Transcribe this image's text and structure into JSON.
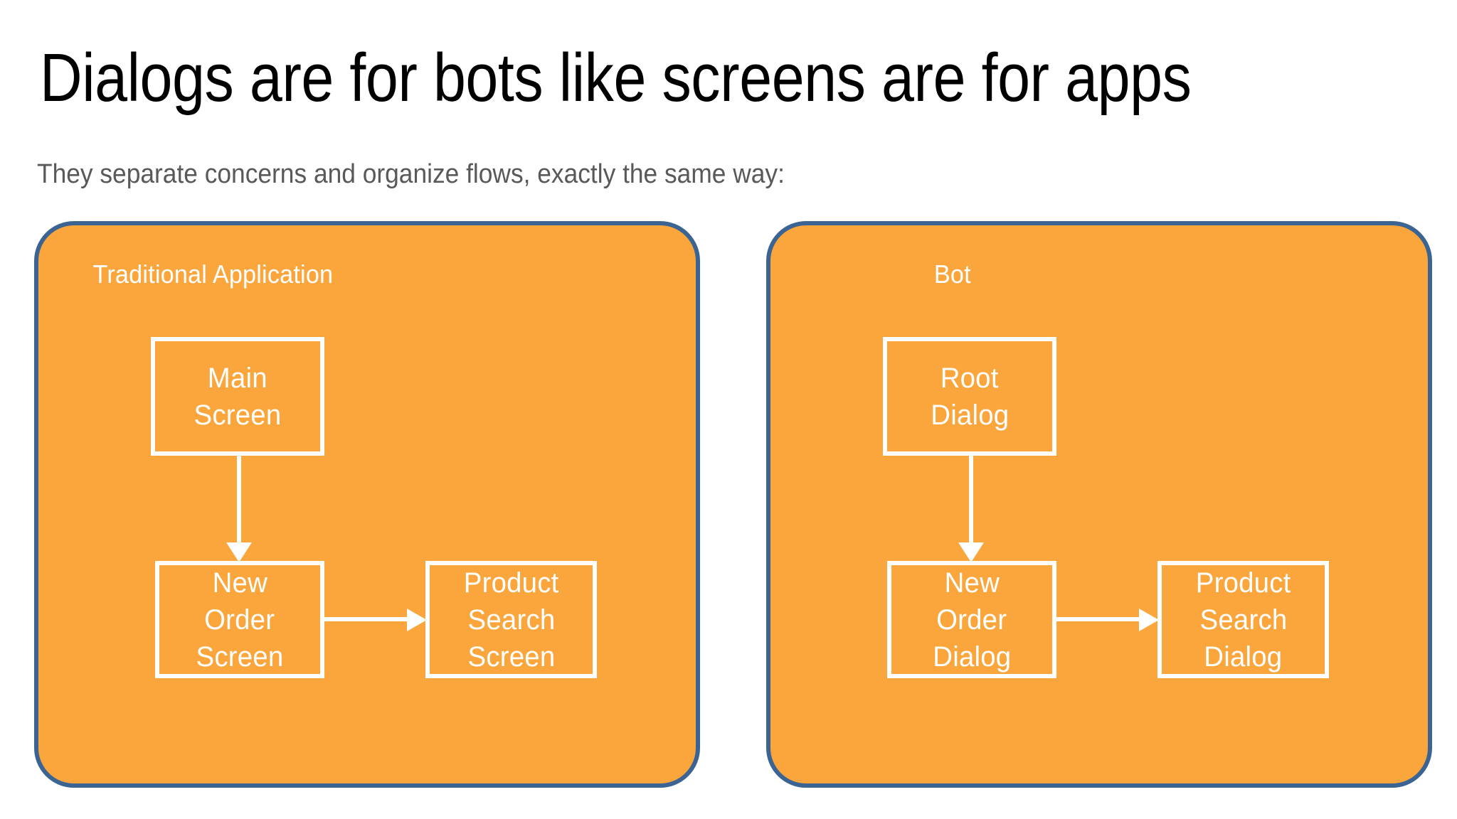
{
  "slide": {
    "title": "Dialogs are for bots like screens are for apps",
    "subtitle": "They separate concerns and organize flows, exactly the same way:"
  },
  "colors": {
    "panel_fill": "#FAA63C",
    "panel_border": "#3C6492",
    "node_stroke": "#FFFFFF",
    "title_text": "#000000",
    "subtitle_text": "#595959",
    "background": "#FFFFFF"
  },
  "panels": [
    {
      "id": "traditional-application",
      "label": "Traditional Application",
      "nodes": [
        {
          "id": "main-screen",
          "lines": [
            "Main",
            "Screen"
          ]
        },
        {
          "id": "new-order-screen",
          "lines": [
            "New",
            "Order",
            "Screen"
          ]
        },
        {
          "id": "product-search-screen",
          "lines": [
            "Product",
            "Search",
            "Screen"
          ]
        }
      ],
      "connectors": [
        {
          "id": "main-to-new-order",
          "from": "main-screen",
          "to": "new-order-screen",
          "direction": "down"
        },
        {
          "id": "new-order-to-product-search",
          "from": "new-order-screen",
          "to": "product-search-screen",
          "direction": "right"
        }
      ]
    },
    {
      "id": "bot",
      "label": "Bot",
      "nodes": [
        {
          "id": "root-dialog",
          "lines": [
            "Root",
            "Dialog"
          ]
        },
        {
          "id": "new-order-dialog",
          "lines": [
            "New",
            "Order",
            "Dialog"
          ]
        },
        {
          "id": "product-search-dialog",
          "lines": [
            "Product",
            "Search",
            "Dialog"
          ]
        }
      ],
      "connectors": [
        {
          "id": "root-to-new-order",
          "from": "root-dialog",
          "to": "new-order-dialog",
          "direction": "down"
        },
        {
          "id": "new-order-to-product-search",
          "from": "new-order-dialog",
          "to": "product-search-dialog",
          "direction": "right"
        }
      ]
    }
  ]
}
